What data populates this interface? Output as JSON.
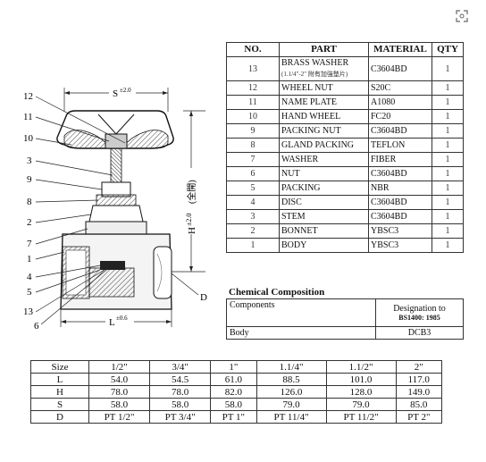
{
  "parts_table": {
    "headers": [
      "NO.",
      "PART",
      "MATERIAL",
      "QTY"
    ],
    "rows": [
      {
        "no": "13",
        "part": "BRASS WASHER",
        "note": "(1.1/4\"-2\" 附有加強墊片)",
        "material": "C3604BD",
        "qty": "1"
      },
      {
        "no": "12",
        "part": "WHEEL NUT",
        "material": "S20C",
        "qty": "1"
      },
      {
        "no": "11",
        "part": "NAME PLATE",
        "material": "A1080",
        "qty": "1"
      },
      {
        "no": "10",
        "part": "HAND WHEEL",
        "material": "FC20",
        "qty": "1"
      },
      {
        "no": "9",
        "part": "PACKING NUT",
        "material": "C3604BD",
        "qty": "1"
      },
      {
        "no": "8",
        "part": "GLAND PACKING",
        "material": "TEFLON",
        "qty": "1"
      },
      {
        "no": "7",
        "part": "WASHER",
        "material": "FIBER",
        "qty": "1"
      },
      {
        "no": "6",
        "part": "NUT",
        "material": "C3604BD",
        "qty": "1"
      },
      {
        "no": "5",
        "part": "PACKING",
        "material": "NBR",
        "qty": "1"
      },
      {
        "no": "4",
        "part": "DISC",
        "material": "C3604BD",
        "qty": "1"
      },
      {
        "no": "3",
        "part": "STEM",
        "material": "C3604BD",
        "qty": "1"
      },
      {
        "no": "2",
        "part": "BONNET",
        "material": "YBSC3",
        "qty": "1"
      },
      {
        "no": "1",
        "part": "BODY",
        "material": "YBSC3",
        "qty": "1"
      }
    ]
  },
  "chemical": {
    "title": "Chemical Composition",
    "components_label": "Components",
    "designation_label": "Designation to",
    "standard": "BS1400: 1985",
    "row_label": "Body",
    "row_value": "DCB3"
  },
  "dimensions": {
    "size_label": "Size",
    "sizes": [
      "1/2\"",
      "3/4\"",
      "1\"",
      "1.1/4\"",
      "1.1/2\"",
      "2\""
    ],
    "rows": [
      {
        "label": "L",
        "values": [
          "54.0",
          "54.5",
          "61.0",
          "88.5",
          "101.0",
          "117.0"
        ]
      },
      {
        "label": "H",
        "values": [
          "78.0",
          "78.0",
          "82.0",
          "126.0",
          "128.0",
          "149.0"
        ]
      },
      {
        "label": "S",
        "values": [
          "58.0",
          "58.0",
          "58.0",
          "79.0",
          "79.0",
          "85.0"
        ]
      },
      {
        "label": "D",
        "values": [
          "PT 1/2\"",
          "PT 3/4\"",
          "PT 1\"",
          "PT 11/4\"",
          "PT 11/2\"",
          "PT 2\""
        ]
      }
    ]
  },
  "drawing": {
    "s_dim": "S",
    "s_tol": "±2.0",
    "h_dim": "H",
    "h_tol": "±2.0",
    "h_note": "(全開)",
    "l_dim": "L",
    "l_tol": "±0.6",
    "d_label": "D",
    "callouts": [
      "12",
      "11",
      "10",
      "3",
      "9",
      "8",
      "2",
      "7",
      "1",
      "4",
      "5",
      "13",
      "6"
    ]
  },
  "icons": {
    "expand": "expand-icon"
  }
}
